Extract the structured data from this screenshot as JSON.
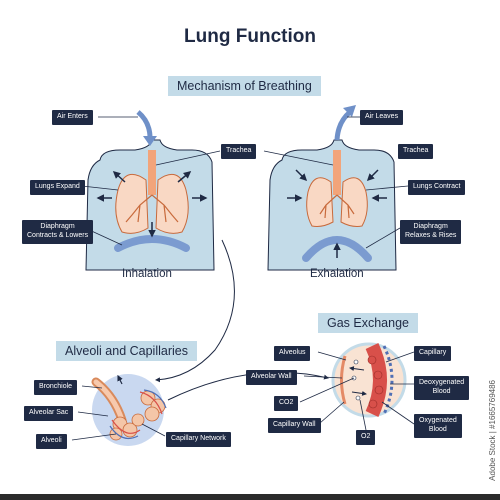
{
  "title": "Lung Function",
  "sections": {
    "breathing": "Mechanism of Breathing",
    "gas_exchange": "Gas Exchange",
    "alveoli": "Alveoli and Capillaries"
  },
  "captions": {
    "inhalation": "Inhalation",
    "exhalation": "Exhalation"
  },
  "labels": {
    "air_enters": "Air Enters",
    "air_leaves": "Air Leaves",
    "trachea_center": "Trachea",
    "trachea_right": "Trachea",
    "lungs_expand": "Lungs Expand",
    "lungs_contract": "Lungs Contract",
    "diaphragm_contracts": "Diaphragm\nContracts & Lowers",
    "diaphragm_relaxes": "Diaphragm\nRelaxes & Rises",
    "alveolus": "Alveolus",
    "capillary": "Capillary",
    "alveolar_wall": "Alveolar Wall",
    "deoxygenated_blood": "Deoxygenated\nBlood",
    "co2": "CO2",
    "capillary_wall": "Capillary Wall",
    "oxygenated_blood": "Oxygenated\nBlood",
    "o2": "O2",
    "bronchiole": "Bronchiole",
    "alveolar_sac": "Alveolar Sac",
    "alveoli": "Alveoli",
    "capillary_network": "Capillary Network"
  },
  "watermark": "Adobe Stock | #1665769486",
  "colors": {
    "torso": "#c3dbe8",
    "trachea": "#f2a47a",
    "lung": "#f9d8c4",
    "airway": "#c86a3c",
    "diaphragm": "#7b9bd0",
    "arrow_air": "#6f90c8",
    "tag_bg": "#1f2a44",
    "capillary_red": "#d8504a",
    "capillary_blue": "#4f6fb5"
  }
}
